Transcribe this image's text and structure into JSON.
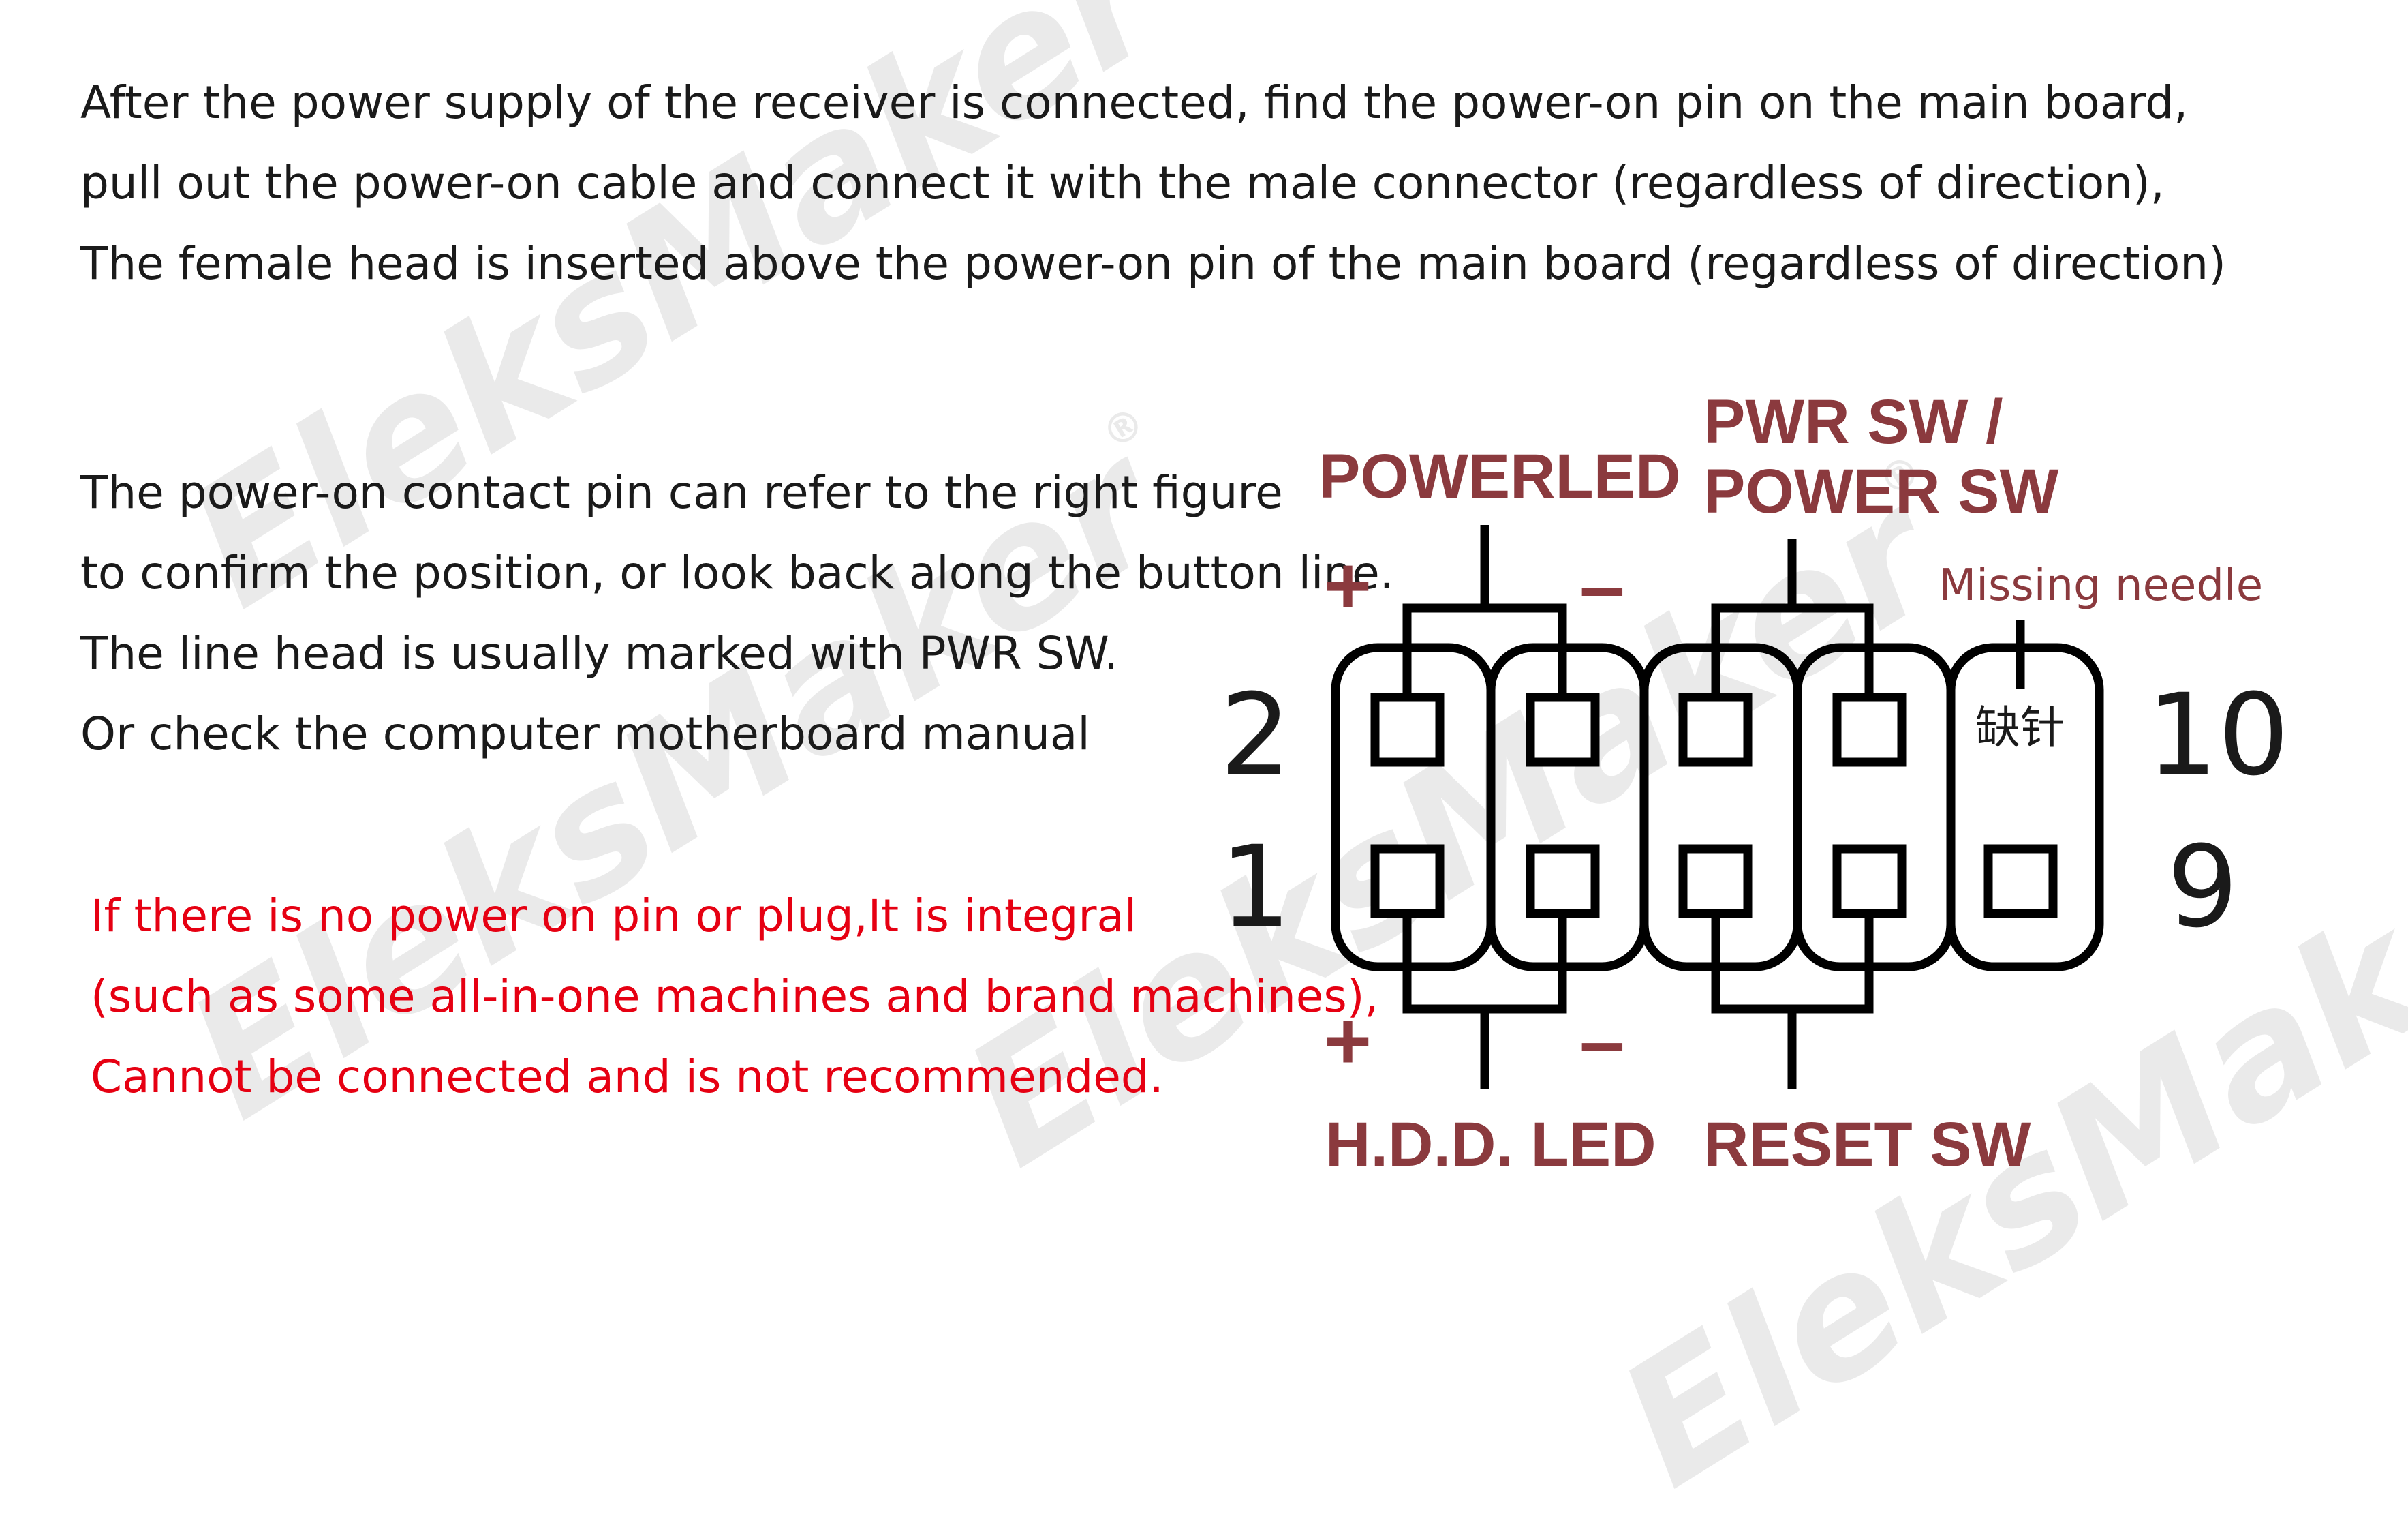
{
  "intro_lines": [
    "After the power supply of the receiver is connected, find the power-on pin on the main board,",
    "pull out the power-on cable and connect it with the male connector (regardless of direction),",
    "The female head is inserted above the power-on pin of the main board (regardless of direction)"
  ],
  "hint_lines": [
    "The power-on contact pin can refer to the right figure",
    "to confirm the position, or look back along the button line.",
    "The line head is usually marked with PWR SW.",
    "Or check the computer motherboard manual"
  ],
  "warning_lines": [
    "If there is no power on pin or plug,It is integral",
    "(such as some all-in-one machines and brand machines),",
    "Cannot be connected and is not recommended."
  ],
  "watermark": {
    "text": "EleksMaker",
    "mark": "®"
  },
  "diagram": {
    "label_powerled": "POWERLED",
    "label_pwr_sw_line1": "PWR SW  /",
    "label_pwr_sw_line2": "POWER SW",
    "label_hdd_led": "H.D.D. LED",
    "label_reset_sw": "RESET SW",
    "label_missing": "Missing needle",
    "missing_pin_cn": "缺针",
    "plus": "+",
    "minus": "–",
    "pin_2": "2",
    "pin_1": "1",
    "pin_10": "10",
    "pin_9": "9"
  },
  "colors": {
    "label": "#8b3a3e",
    "warning": "#e60012",
    "text": "#1a1a1a"
  }
}
